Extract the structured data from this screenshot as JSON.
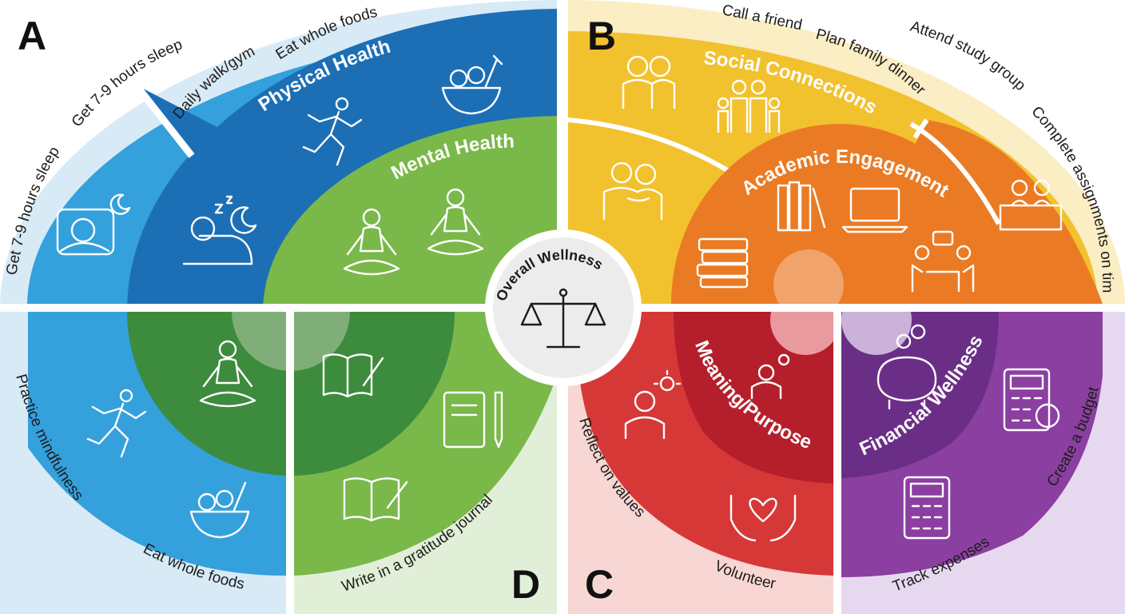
{
  "quadrant_letters": {
    "a": "A",
    "b": "B",
    "c": "C",
    "d": "D"
  },
  "center": {
    "label": "Overall Wellness",
    "icon": "scale-icon"
  },
  "segments": {
    "physical": "Physical Health",
    "mental": "Mental Health",
    "social": "Social Connections",
    "academic": "Academic Engagement",
    "meaning": "Meaning/Purpose",
    "financial": "Financial Wellness"
  },
  "activities": {
    "a_sleep_left": "Get 7-9 hours sleep",
    "a_sleep_top": "Get 7-9 hours sleep",
    "a_walk": "Daily walk/gym",
    "a_foods": "Eat whole foods",
    "b_call": "Call a friend",
    "b_dinner": "Plan family dinner",
    "b_study": "Attend study group",
    "b_assign": "Complete assignments on time",
    "c_reflect": "Reflect on values",
    "c_volunteer": "Volunteer",
    "c_budget": "Create a budget",
    "c_expenses": "Track expenses",
    "d_mindful": "Practice mindfulness",
    "d_foods": "Eat whole foods",
    "d_journal": "Write in a gratitude journal"
  },
  "colors": {
    "physical": "#1c6fb5",
    "sleep_blue": "#34a0dc",
    "mental": "#7ab84a",
    "mental_dark": "#3d8b3d",
    "social": "#f2c12e",
    "academic": "#ea7b24",
    "meaning_red": "#d63838",
    "meaning_dark": "#b51f2c",
    "financial": "#6b2e86",
    "financial_light": "#8b3fa0",
    "band_blue": "#d7eaf6",
    "band_yellow": "#fbedc4",
    "band_pink": "#f8d6d3",
    "band_purple": "#e6d9ef",
    "band_green": "#e2efd8",
    "center_fill": "#ececec"
  }
}
